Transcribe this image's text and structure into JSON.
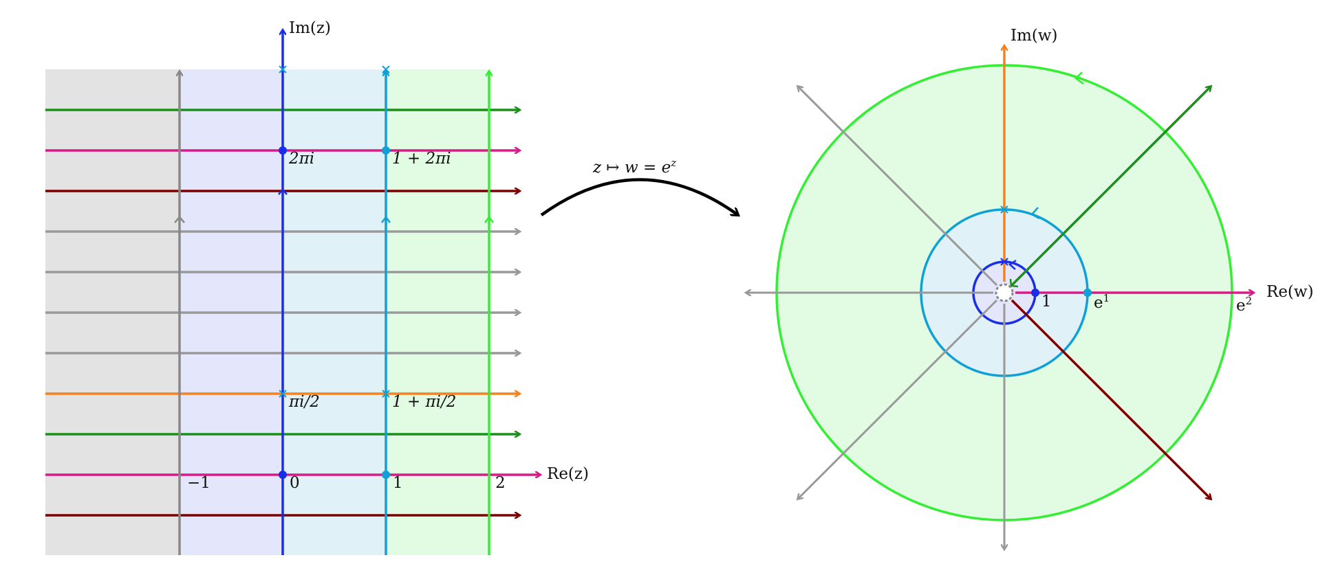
{
  "colors": {
    "gray": "#999999",
    "dark_gray": "#888888",
    "blue": "#1a2ee8",
    "cyan": "#0ea0d6",
    "bright_green": "#33ee33",
    "green": "#1a8f1a",
    "magenta": "#d81b86",
    "dark_red": "#7a0000",
    "orange": "#f58220",
    "black": "#000000",
    "band_gray": "#e3e3e3",
    "band_lavender": "#e4e6fb",
    "band_lightblue": "#e1f1f8",
    "band_lightgreen": "#e2fbe3"
  },
  "left_plot": {
    "axis_label_im": "Im(z)",
    "axis_label_re": "Re(z)",
    "tick_labels": {
      "minus_one": "−1",
      "zero": "0",
      "one": "1",
      "two": "2"
    },
    "point_labels": {
      "two_pi_i": "2πi",
      "one_plus_two_pi_i": "1 + 2πi",
      "pi_i_half": "πi/2",
      "one_plus_pi_i_half": "1 + πi/2"
    }
  },
  "mapping": {
    "label": "z ↦ w = e"
  },
  "right_plot": {
    "axis_label_im": "Im(w)",
    "axis_label_re": "Re(w)",
    "tick_labels": {
      "one": "1",
      "e1": "e",
      "e2": "e"
    }
  }
}
